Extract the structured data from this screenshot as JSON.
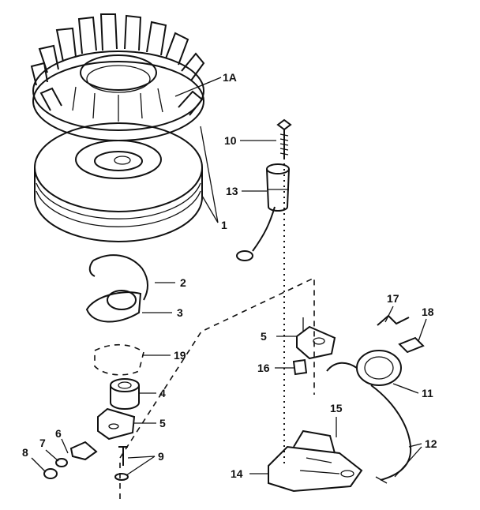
{
  "diagram": {
    "callouts": {
      "c1A": "1A",
      "c1": "1",
      "c2": "2",
      "c3": "3",
      "c19": "19",
      "c4": "4",
      "c5a": "5",
      "c5b": "5",
      "c6": "6",
      "c7": "7",
      "c8": "8",
      "c9": "9",
      "c10": "10",
      "c11": "11",
      "c12": "12",
      "c13": "13",
      "c14": "14",
      "c15": "15",
      "c16": "16",
      "c17": "17",
      "c18": "18"
    },
    "colors": {
      "ink": "#111111",
      "paper": "#ffffff"
    }
  }
}
